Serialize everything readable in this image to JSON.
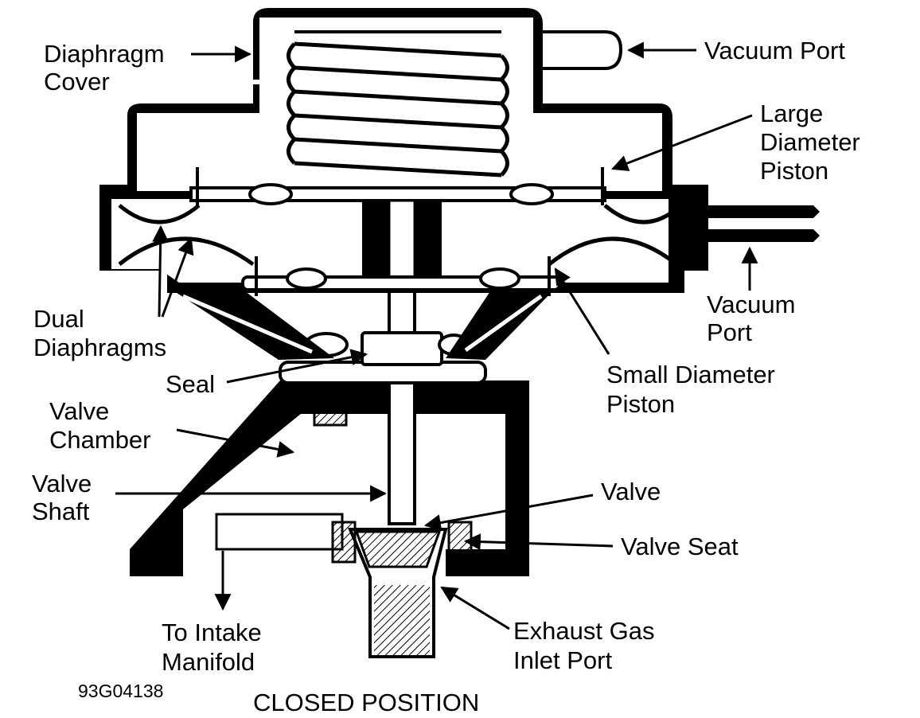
{
  "diagram": {
    "figure_id": "93G04138",
    "caption": "CLOSED POSITION",
    "labels": {
      "diaphragm_cover": [
        "Diaphragm",
        "Cover"
      ],
      "vacuum_port_top": "Vacuum Port",
      "large_piston": [
        "Large",
        "Diameter",
        "Piston"
      ],
      "vacuum_port_side": [
        "Vacuum",
        "Port"
      ],
      "dual_diaphragms": [
        "Dual",
        "Diaphragms"
      ],
      "seal": "Seal",
      "small_piston": [
        "Small Diameter",
        "Piston"
      ],
      "valve_chamber": [
        "Valve",
        "Chamber"
      ],
      "valve_shaft": [
        "Valve",
        "Shaft"
      ],
      "valve": "Valve",
      "valve_seat": "Valve Seat",
      "intake": [
        "To Intake",
        "Manifold"
      ],
      "exhaust": [
        "Exhaust Gas",
        "Inlet Port"
      ]
    }
  }
}
